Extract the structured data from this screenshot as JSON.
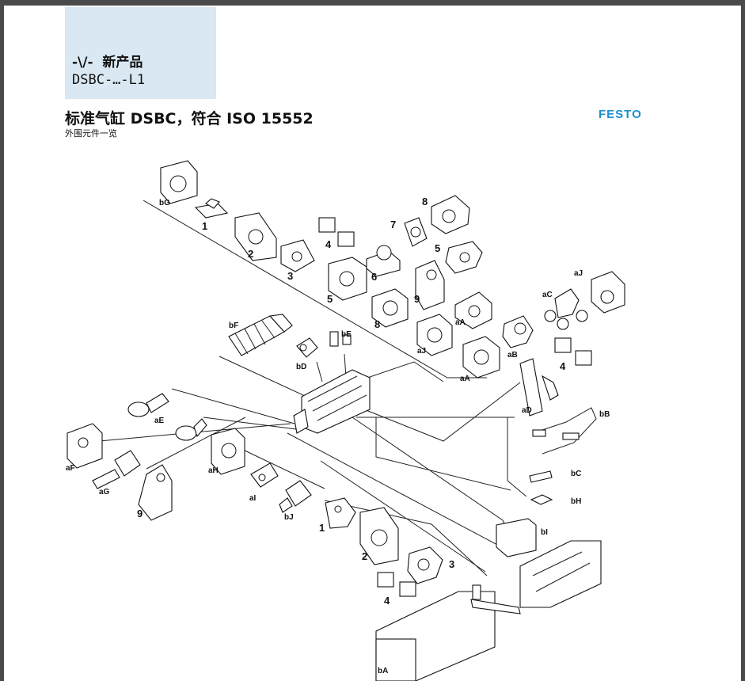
{
  "badge": {
    "symbol": "-\\/-",
    "label": "新产品",
    "model": "DSBC-…-L1"
  },
  "header": {
    "title": "标准气缸 DSBC，符合 ISO 15552",
    "subtitle": "外围元件一览",
    "brand": "FESTO"
  },
  "labels": {
    "bG": "bG",
    "one_a": "1",
    "two_a": "2",
    "three_a": "3",
    "four_a": "4",
    "five_a": "5",
    "five_b": "5",
    "six": "6",
    "seven": "7",
    "eight_a": "8",
    "eight_b": "8",
    "nine_a": "9",
    "aJ_a": "aJ",
    "aJ_b": "aJ",
    "aC": "aC",
    "aA_a": "aA",
    "aA_b": "aA",
    "aB": "aB",
    "four_b": "4",
    "aD": "aD",
    "bB": "bB",
    "bC": "bC",
    "bH": "bH",
    "bF": "bF",
    "bD": "bD",
    "bE": "bE",
    "aE": "aE",
    "aF": "aF",
    "aG": "aG",
    "aH": "aH",
    "aI": "aI",
    "bJ": "bJ",
    "nine_b": "9",
    "one_b": "1",
    "two_b": "2",
    "three_b": "3",
    "four_c": "4",
    "bI": "bI",
    "bA": "bA"
  }
}
